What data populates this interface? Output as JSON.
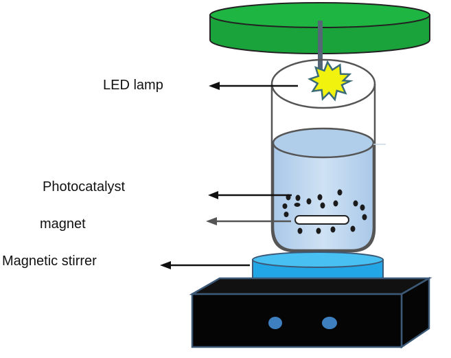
{
  "labels": {
    "led_lamp": "LED lamp",
    "photocatalyst": "Photocatalyst",
    "magnet": "magnet",
    "magnetic_stirrer": "Magnetic stirrer"
  },
  "colors": {
    "lamp_plate": "#1aa33a",
    "led_burst": "#f2f20f",
    "solution": "#b9d4ee",
    "stirrer_plate": "#23a6e6",
    "stirrer_base": "#050505",
    "knob": "#3d7fbf",
    "outline": "#3c5a78"
  }
}
